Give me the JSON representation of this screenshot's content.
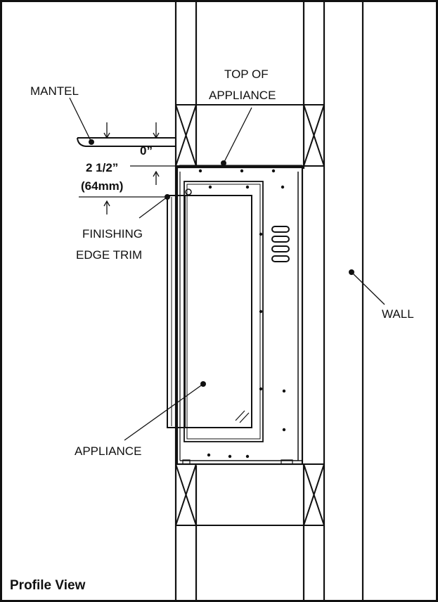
{
  "title": "Profile View",
  "labels": {
    "mantel": "MANTEL",
    "top_of_appliance_line1": "TOP OF",
    "top_of_appliance_line2": "APPLIANCE",
    "finishing_line1": "FINISHING",
    "finishing_line2": "EDGE TRIM",
    "wall": "WALL",
    "appliance": "APPLIANCE"
  },
  "dimensions": {
    "clearance_zero": "0”",
    "clearance_inch": "2 1/2”",
    "clearance_mm": "(64mm)"
  },
  "colors": {
    "line": "#111111",
    "background": "#ffffff"
  }
}
